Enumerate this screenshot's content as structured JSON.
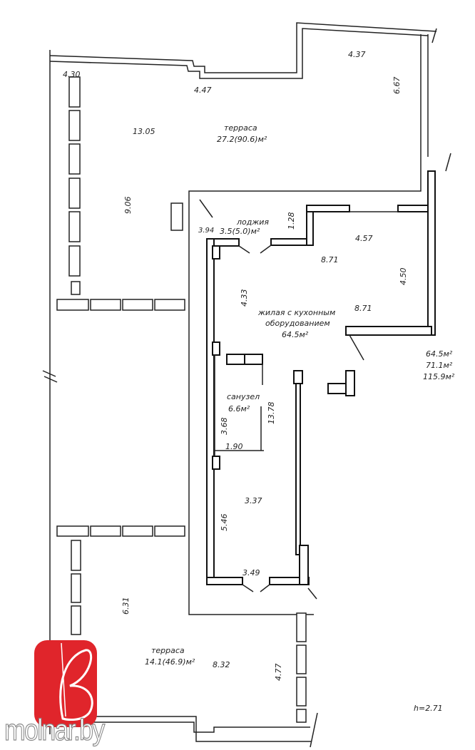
{
  "plan": {
    "terrace_top": {
      "name": "терраса",
      "area": "27.2(90.6)м²"
    },
    "loggia": {
      "name": "лоджия",
      "area": "3.5(5.0)м²"
    },
    "living": {
      "name_line1": "жилая с кухонным",
      "name_line2": "оборудованием",
      "area": "64.5м²"
    },
    "bathroom": {
      "name": "санузел",
      "area": "6.6м²"
    },
    "terrace_bottom": {
      "name": "терраса",
      "area": "14.1(46.9)м²"
    },
    "totals": [
      "64.5м²",
      "71.1м²",
      "115.9м²"
    ],
    "ceiling_height": "h=2.71",
    "dimensions": [
      "4.30",
      "4.47",
      "4.37",
      "6.67",
      "13.05",
      "9.06",
      "3.94",
      "1.28",
      "4.57",
      "8.71",
      "4.50",
      "4.33",
      "8.71",
      "3.68",
      "1.90",
      "13.78",
      "3.37",
      "5.46",
      "3.49",
      "6.31",
      "8.32",
      "4.77"
    ]
  },
  "watermark": {
    "brand": "molnar.by",
    "color": "#e0252b"
  }
}
